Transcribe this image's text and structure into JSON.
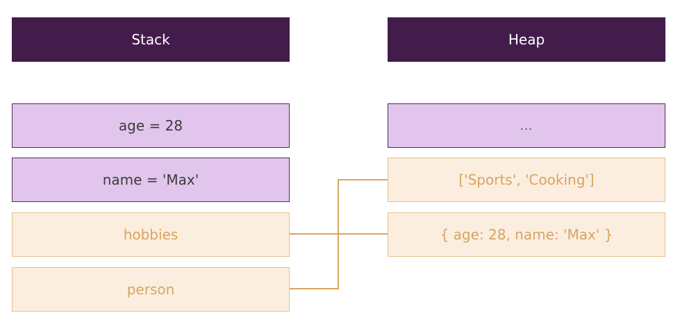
{
  "stack": {
    "title": "Stack",
    "items": [
      {
        "label": "age = 28",
        "kind": "primitive"
      },
      {
        "label": "name = 'Max'",
        "kind": "primitive"
      },
      {
        "label": "hobbies",
        "kind": "reference"
      },
      {
        "label": "person",
        "kind": "reference"
      }
    ]
  },
  "heap": {
    "title": "Heap",
    "items": [
      {
        "label": "...",
        "kind": "primitive"
      },
      {
        "label": "['Sports', 'Cooking']",
        "kind": "reference"
      },
      {
        "label": "{ age: 28, name: 'Max' }",
        "kind": "reference"
      }
    ]
  },
  "colors": {
    "header": "#441c4b",
    "primitive_fill": "#e2c5ec",
    "reference_fill": "#fbeedf",
    "reference_text": "#d8a45f",
    "connector": "#d9a35b"
  }
}
